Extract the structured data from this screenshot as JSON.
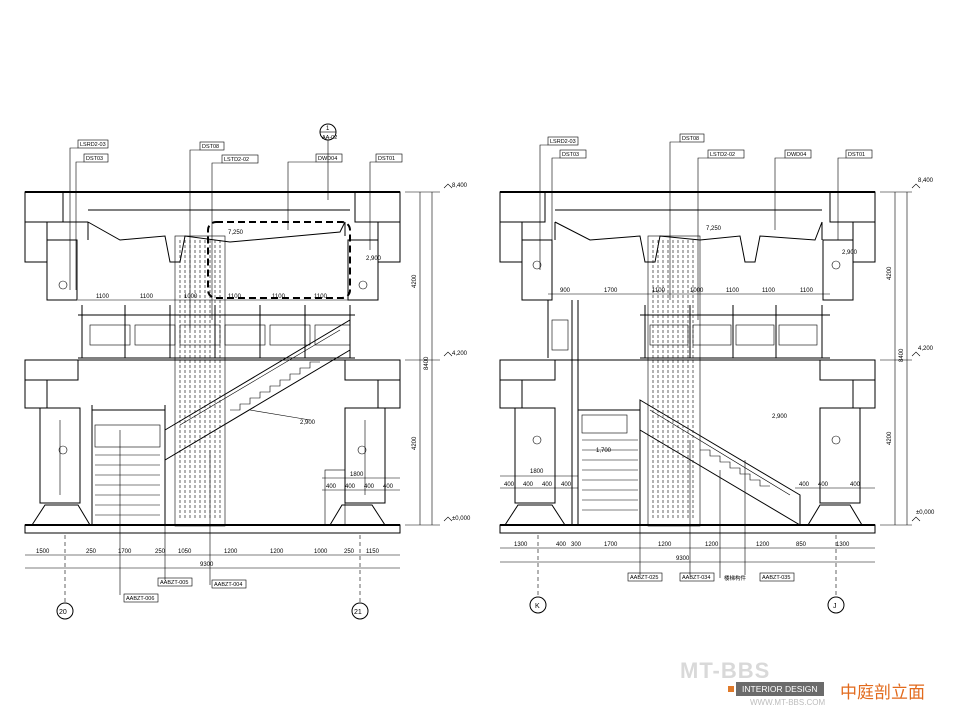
{
  "caption": "中庭剖立面",
  "badge": "INTERIOR DESIGN",
  "watermark": {
    "logo": "MT-BBS",
    "site": "WWW.MT-BBS.COM"
  },
  "left": {
    "tags_top": [
      "LSRD2-03",
      "DST03",
      "DST08",
      "LSTD2-02",
      "DWD04",
      "DST01"
    ],
    "marker": {
      "num": "1",
      "sub": "AA-02"
    },
    "elev": [
      "8,400",
      "4,200",
      "±0,000",
      "7,250",
      "2,900",
      "2,900"
    ],
    "vdims": [
      "4200",
      "8400",
      "4200"
    ],
    "dims_mid": [
      "1100",
      "1100",
      "1000",
      "1100",
      "1100",
      "1100"
    ],
    "dims_small": [
      "1800",
      "400",
      "400",
      "400",
      "400"
    ],
    "dims_bottom": [
      "1500",
      "250",
      "1700",
      "250",
      "1050",
      "1200",
      "1200",
      "1000",
      "250",
      "1150"
    ],
    "total": "9300",
    "tags_bottom": [
      "AABZT-005",
      "AABZT-004",
      "AABZT-006"
    ],
    "grid": [
      "20",
      "21"
    ]
  },
  "right": {
    "tags_top": [
      "LSRD2-03",
      "DST03",
      "DST08",
      "LSTD2-02",
      "DWD04",
      "DST01"
    ],
    "elev": [
      "8,400",
      "4,200",
      "±0,000",
      "7,250",
      "2,900",
      "2,900",
      "1,700"
    ],
    "vdims": [
      "4200",
      "8400",
      "4200"
    ],
    "dims_mid": [
      "900",
      "1700",
      "1100",
      "1000",
      "1100",
      "1100",
      "1100"
    ],
    "dims_small": [
      "1800",
      "400",
      "400",
      "400",
      "400",
      "400",
      "400",
      "400"
    ],
    "dims_bottom": [
      "1300",
      "400",
      "300",
      "1700",
      "1200",
      "1200",
      "1200",
      "850",
      "1300"
    ],
    "total": "9300",
    "tags_bottom": [
      "AABZT-025",
      "AABZT-034",
      "AABZT-035"
    ],
    "note": "楼梯构件",
    "grid": [
      "K",
      "J"
    ]
  }
}
